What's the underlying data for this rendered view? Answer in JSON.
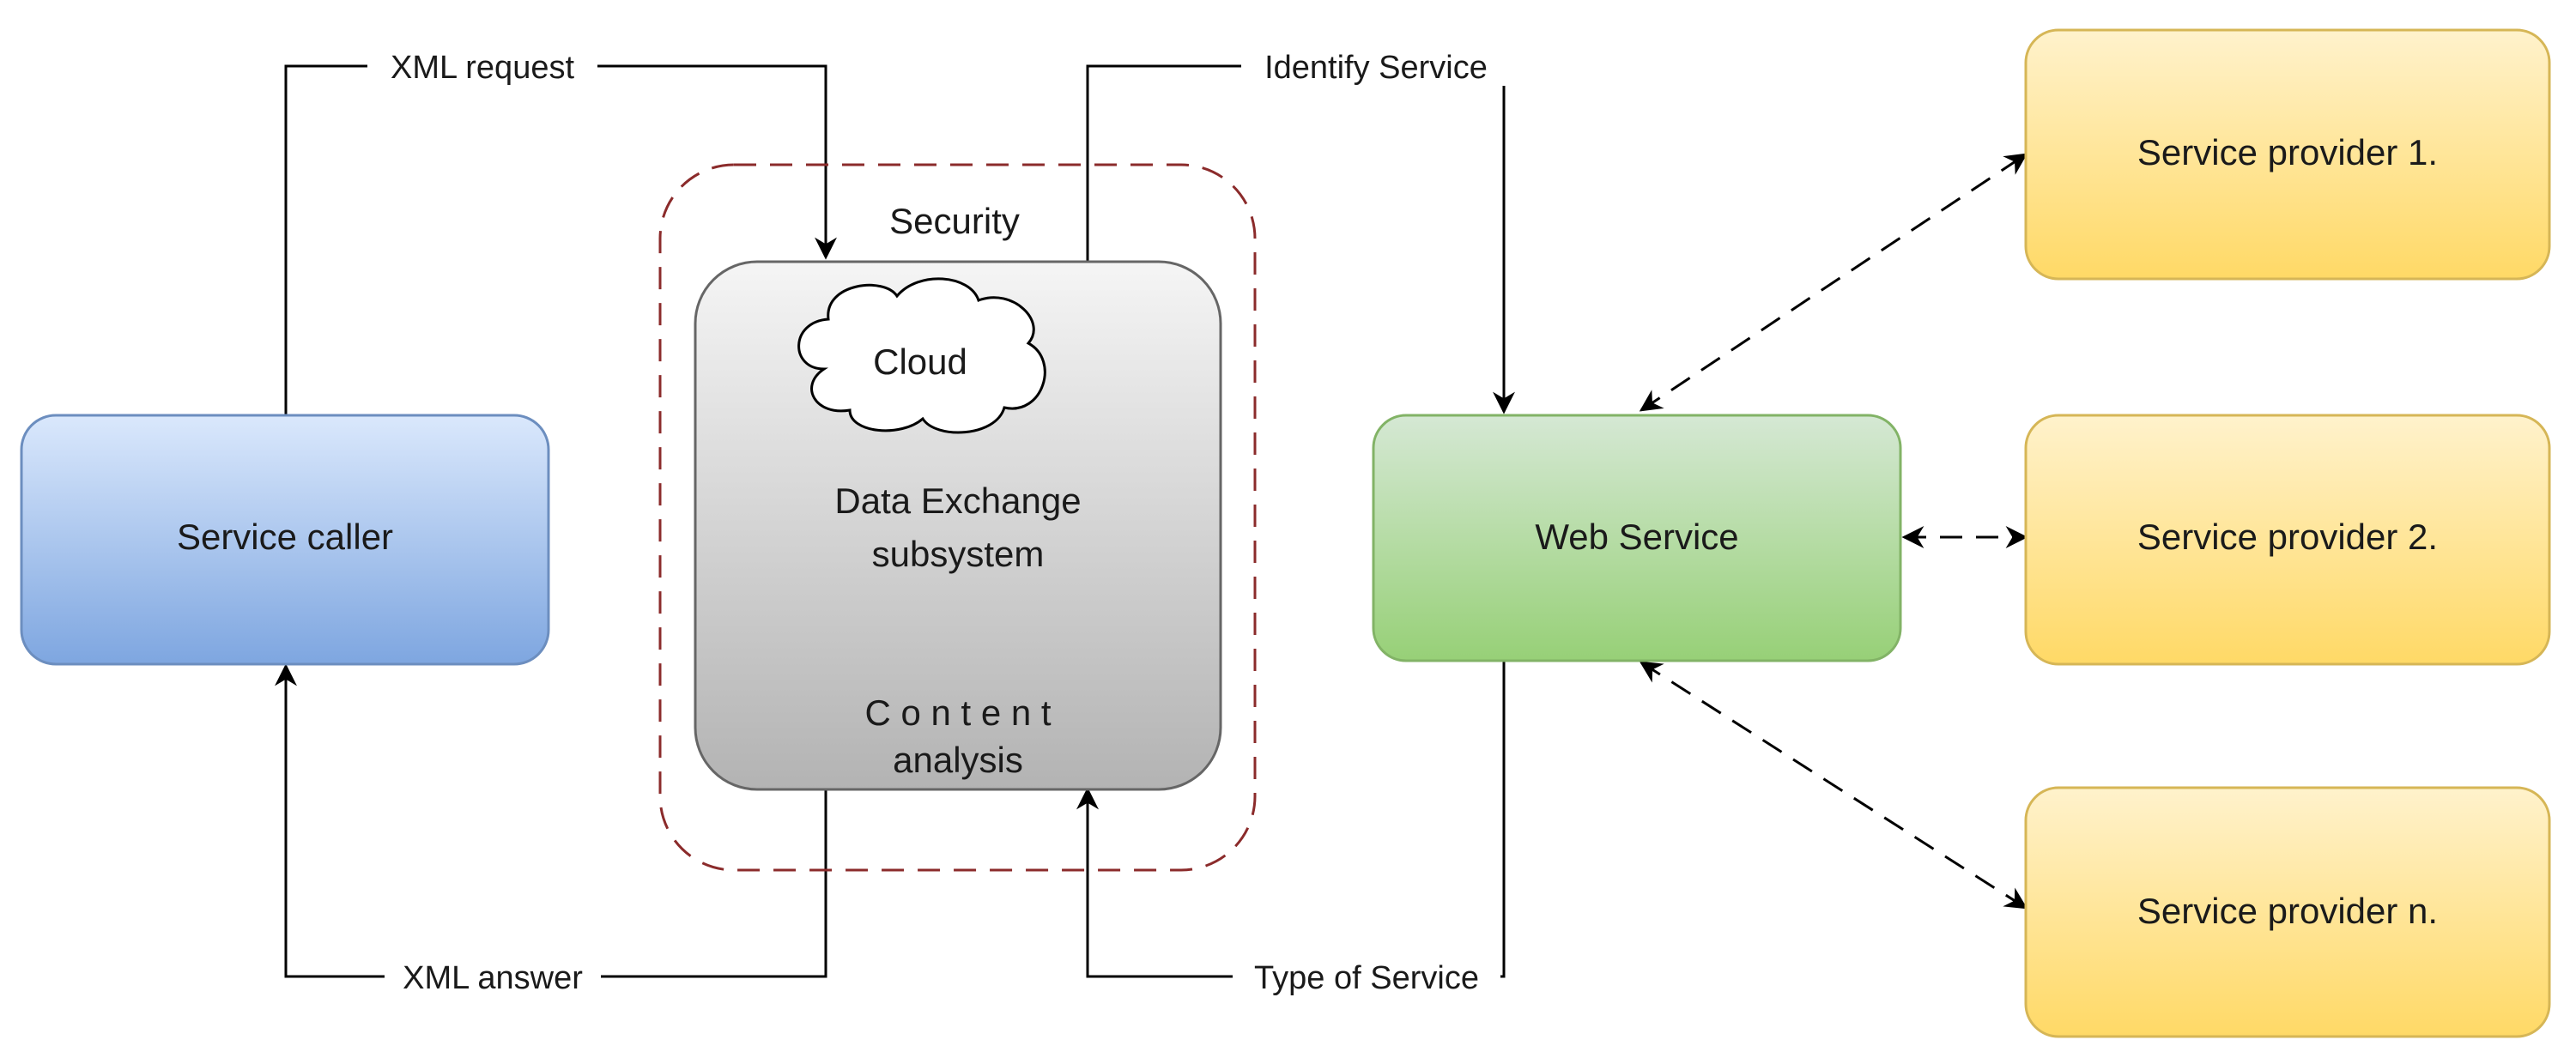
{
  "nodes": {
    "service_caller": "Service caller",
    "security": "Security",
    "cloud": "Cloud",
    "data_exchange_line1": "Data Exchange",
    "data_exchange_line2": "subsystem",
    "content_line1": "C o n t e n t",
    "content_line2": "analysis",
    "web_service": "Web Service",
    "provider_1": "Service provider 1.",
    "provider_2": "Service provider 2.",
    "provider_n": "Service provider n."
  },
  "edges": {
    "xml_request": "XML request",
    "xml_answer": "XML answer",
    "identify_service": "Identify Service",
    "type_of_service": "Type of Service"
  },
  "colors": {
    "caller_fill_top": "#dae8fc",
    "caller_fill_bottom": "#7ea6e0",
    "caller_stroke": "#6c8ebf",
    "subsystem_fill_top": "#f5f5f5",
    "subsystem_fill_bottom": "#b3b3b3",
    "subsystem_stroke": "#666666",
    "security_stroke": "#8b2b2b",
    "web_fill_top": "#d5e8d4",
    "web_fill_bottom": "#97d077",
    "web_stroke": "#82b366",
    "provider_fill_top": "#fff2cc",
    "provider_fill_bottom": "#ffd966",
    "provider_stroke": "#d6b656"
  }
}
